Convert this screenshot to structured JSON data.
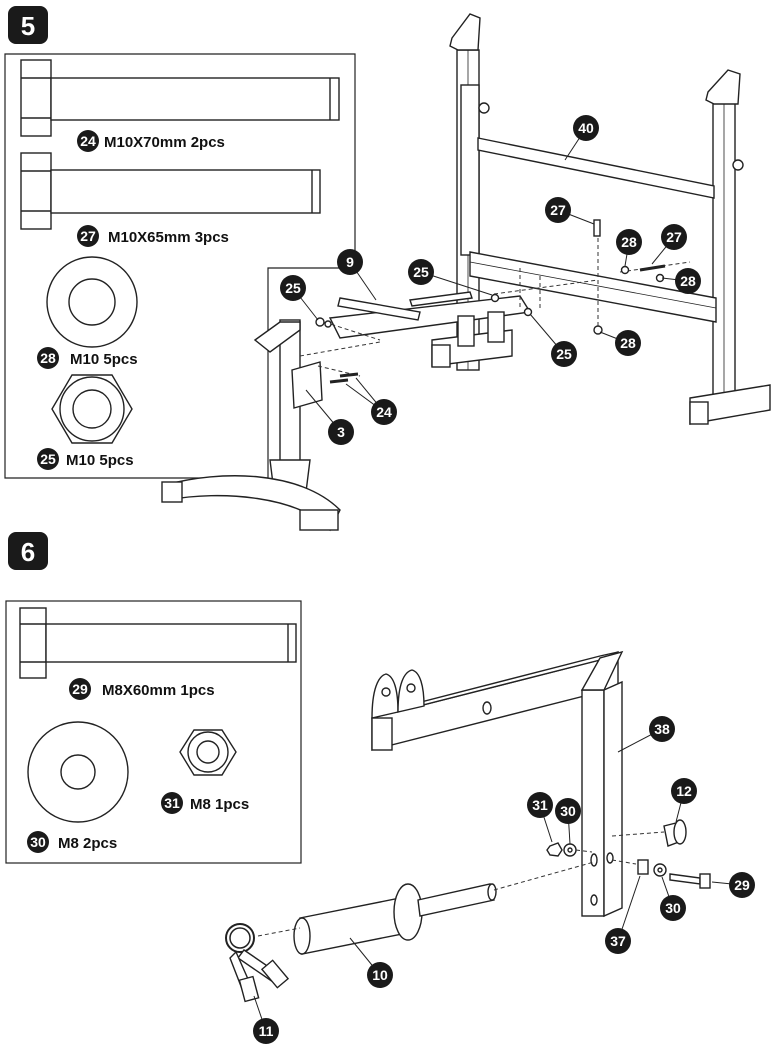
{
  "steps": [
    {
      "number": "5",
      "parts": [
        {
          "id": "24",
          "spec": "M10X70mm 2pcs"
        },
        {
          "id": "27",
          "spec": "M10X65mm 3pcs"
        },
        {
          "id": "28",
          "spec": "M10 5pcs"
        },
        {
          "id": "25",
          "spec": "M10 5pcs"
        }
      ],
      "callouts": [
        "40",
        "27",
        "28",
        "27",
        "9",
        "25",
        "28",
        "25",
        "25",
        "28",
        "24",
        "3"
      ]
    },
    {
      "number": "6",
      "parts": [
        {
          "id": "29",
          "spec": "M8X60mm 1pcs"
        },
        {
          "id": "31",
          "spec": "M8 1pcs"
        },
        {
          "id": "30",
          "spec": "M8 2pcs"
        }
      ],
      "callouts": [
        "38",
        "12",
        "31",
        "30",
        "29",
        "30",
        "37",
        "10",
        "11"
      ]
    }
  ]
}
